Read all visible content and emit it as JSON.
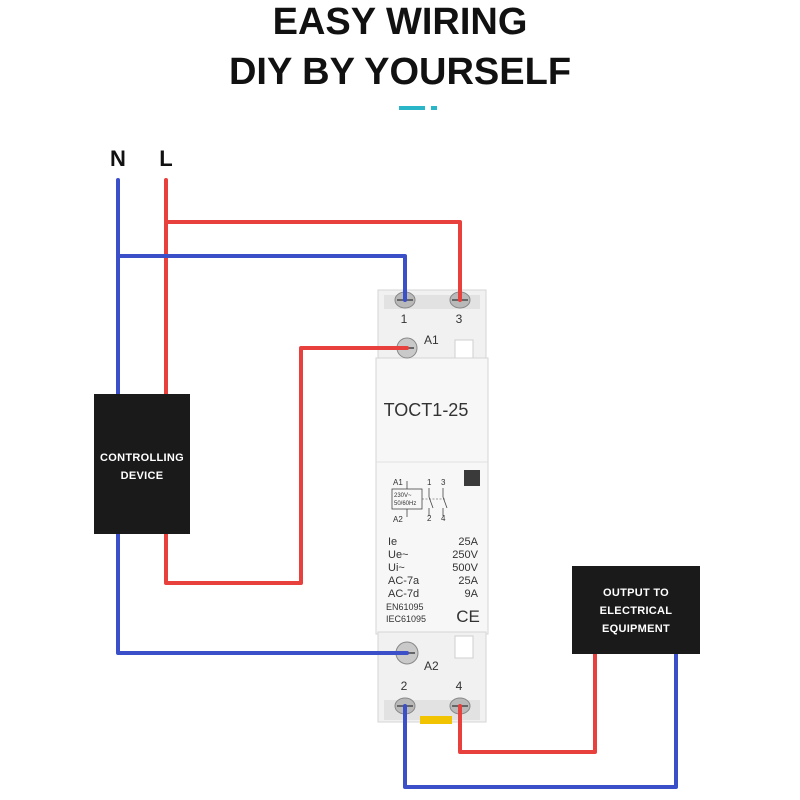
{
  "headline": {
    "line1": "EASY WIRING",
    "line2": "DIY BY YOURSELF",
    "accent_color": "#29b6c8"
  },
  "supply": {
    "neutral": "N",
    "live": "L"
  },
  "colors": {
    "live_wire": "#e8403c",
    "neutral_wire": "#3b4fc9",
    "box": "#1a1a1a"
  },
  "controlling_device": {
    "line1": "CONTROLLING",
    "line2": "DEVICE"
  },
  "output_box": {
    "line1": "OUTPUT TO",
    "line2": "ELECTRICAL",
    "line3": "EQUIPMENT"
  },
  "contactor": {
    "model": "TOCT1-25",
    "terminals": {
      "t1": "1",
      "t3": "3",
      "t2": "2",
      "t4": "4",
      "a1": "A1",
      "a2": "A2"
    },
    "schematic": {
      "a1": "A1",
      "a2": "A2",
      "n1": "1",
      "n3": "3",
      "n2": "2",
      "n4": "4",
      "coil_line1": "230V~",
      "coil_line2": "50/60Hz"
    },
    "specs": [
      {
        "label": "Ie",
        "value": "25A"
      },
      {
        "label": "Ue~",
        "value": "250V"
      },
      {
        "label": "Ui~",
        "value": "500V"
      },
      {
        "label": "AC-7a",
        "value": "25A"
      },
      {
        "label": "AC-7d",
        "value": "9A"
      }
    ],
    "standards": [
      "EN61095",
      "IEC61095"
    ],
    "mark": "CE"
  }
}
